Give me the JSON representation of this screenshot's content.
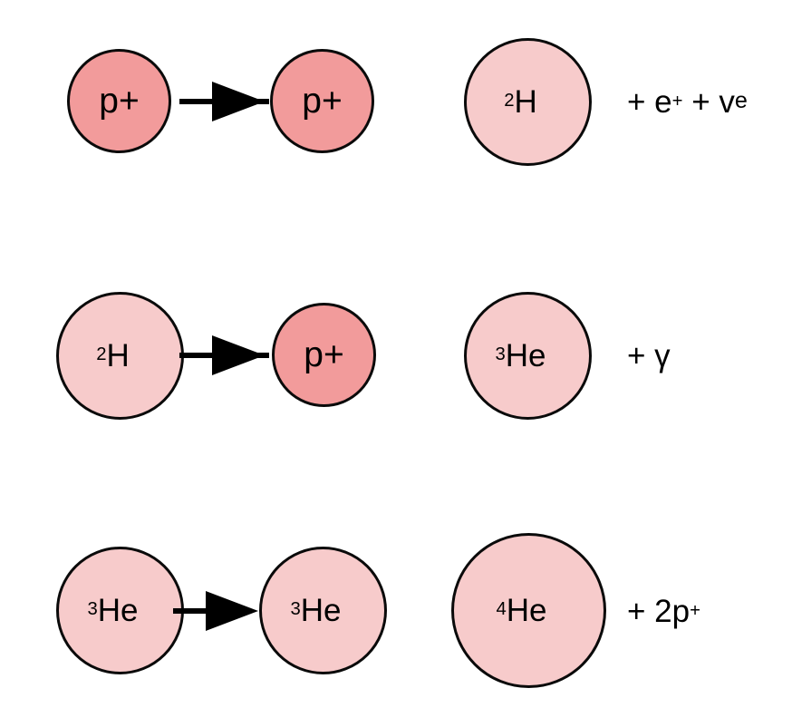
{
  "colors": {
    "background": "#ffffff",
    "proton_fill": "#f29b9b",
    "nucleus_fill": "#f7cbcb",
    "outline": "#0a0a0a",
    "ink": "#000000"
  },
  "icons": {
    "reaction_arrow": "right-arrow"
  },
  "rows": [
    {
      "reactants": [
        {
          "particle": "proton",
          "label_parts": [
            {
              "t": "p+"
            }
          ]
        },
        {
          "particle": "proton",
          "label_parts": [
            {
              "t": "p+"
            }
          ]
        }
      ],
      "product": {
        "particle": "deuterium",
        "label_parts": [
          {
            "sup": "2"
          },
          {
            "t": "H"
          }
        ]
      },
      "byproducts": [
        {
          "t": "+ e"
        },
        {
          "sup": "+"
        },
        {
          "t": " + v"
        },
        {
          "sub": "e"
        }
      ]
    },
    {
      "reactants": [
        {
          "particle": "deuterium",
          "label_parts": [
            {
              "sup": "2"
            },
            {
              "t": "H"
            }
          ]
        },
        {
          "particle": "proton",
          "label_parts": [
            {
              "t": "p+"
            }
          ]
        }
      ],
      "product": {
        "particle": "helium-3",
        "label_parts": [
          {
            "sup": "3"
          },
          {
            "t": "He"
          }
        ]
      },
      "byproducts": [
        {
          "t": "+ γ"
        }
      ]
    },
    {
      "reactants": [
        {
          "particle": "helium-3",
          "label_parts": [
            {
              "sup": "3"
            },
            {
              "t": "He"
            }
          ]
        },
        {
          "particle": "helium-3",
          "label_parts": [
            {
              "sup": "3"
            },
            {
              "t": "He"
            }
          ]
        }
      ],
      "product": {
        "particle": "helium-4",
        "label_parts": [
          {
            "sup": "4"
          },
          {
            "t": "He"
          }
        ]
      },
      "byproducts": [
        {
          "t": "+ 2p"
        },
        {
          "sup": "+"
        }
      ]
    }
  ]
}
